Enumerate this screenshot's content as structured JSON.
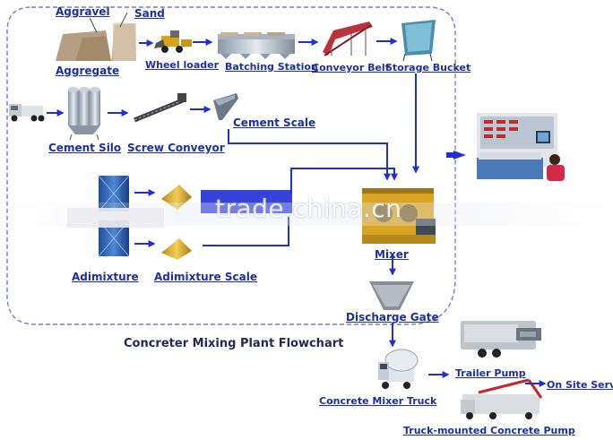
{
  "title": "Concreter Mixing Plant Flowchart",
  "watermark": "trade.china.cn",
  "labels": {
    "aggravel": "Aggravel",
    "sand": "Sand",
    "aggregate": "Aggregate",
    "wheel_loader": "Wheel loader",
    "batching_station": "Batching Station",
    "conveyor_belt": "Conveyor Belt",
    "storage_bucket": "Storage Bucket",
    "cement_silo": "Cement Silo",
    "screw_conveyor": "Screw Conveyor",
    "cement_scale": "Cement Scale",
    "adimixture": "Adimixture",
    "adimixture_scale": "Adimixture Scale",
    "mixer": "Mixer",
    "discharge_gate": "Discharge Gate",
    "concrete_mixer_truck": "Concrete Mixer Truck",
    "trailer_pump": "Trailer Pump",
    "truck_mounted_pump": "Truck-mounted Concrete Pump",
    "on_site_service": "On Site Service"
  },
  "colors": {
    "arrow": "#1f2fd6",
    "label": "#1a2fa8",
    "border": "#6d7dc8"
  },
  "icons": [
    "aggregate-pile-icon",
    "wheel-loader-icon",
    "batching-station-icon",
    "conveyor-belt-icon",
    "storage-bucket-icon",
    "cement-tanker-truck-icon",
    "cement-silo-icon",
    "screw-conveyor-icon",
    "cement-scale-icon",
    "control-room-icon",
    "adimixture-tank-icon",
    "weigh-hopper-icon",
    "mixer-icon",
    "discharge-gate-icon",
    "mixer-truck-icon",
    "trailer-pump-icon",
    "pump-truck-icon"
  ]
}
